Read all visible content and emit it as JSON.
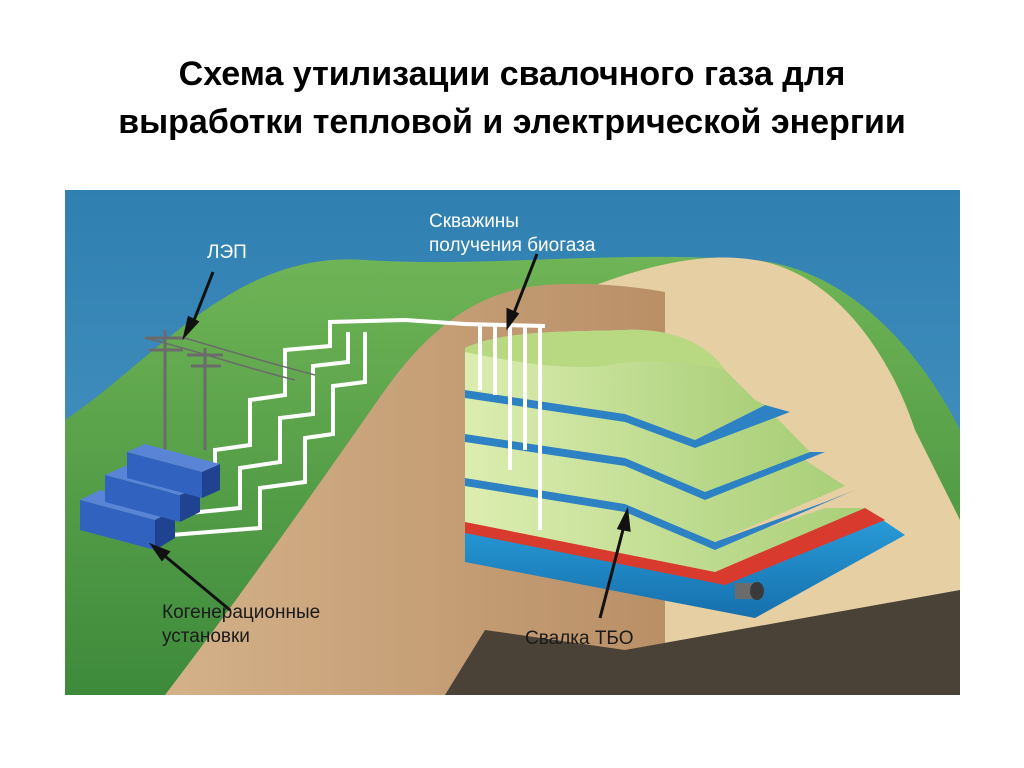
{
  "slide": {
    "title_line1": "Схема утилизации свалочного газа для",
    "title_line2": "выработки тепловой и электрической энергии"
  },
  "diagram": {
    "labels": {
      "power_line": "ЛЭП",
      "wells_line1": "Скважины",
      "wells_line2": "получения биогаза",
      "cogen_line1": "Когенерационные",
      "cogen_line2": "установки",
      "landfill": "Свалка ТБО"
    },
    "colors": {
      "sky": "#3a86b4",
      "hill": "#58a04a",
      "soil": "#c9a57e",
      "waste_green": "#c9e29a",
      "waste_blue": "#2d82c4",
      "liner_red": "#d83a2e",
      "base_blue": "#1f8fcc",
      "pipes": "#ffffff",
      "label_text": "#ffffff"
    }
  }
}
